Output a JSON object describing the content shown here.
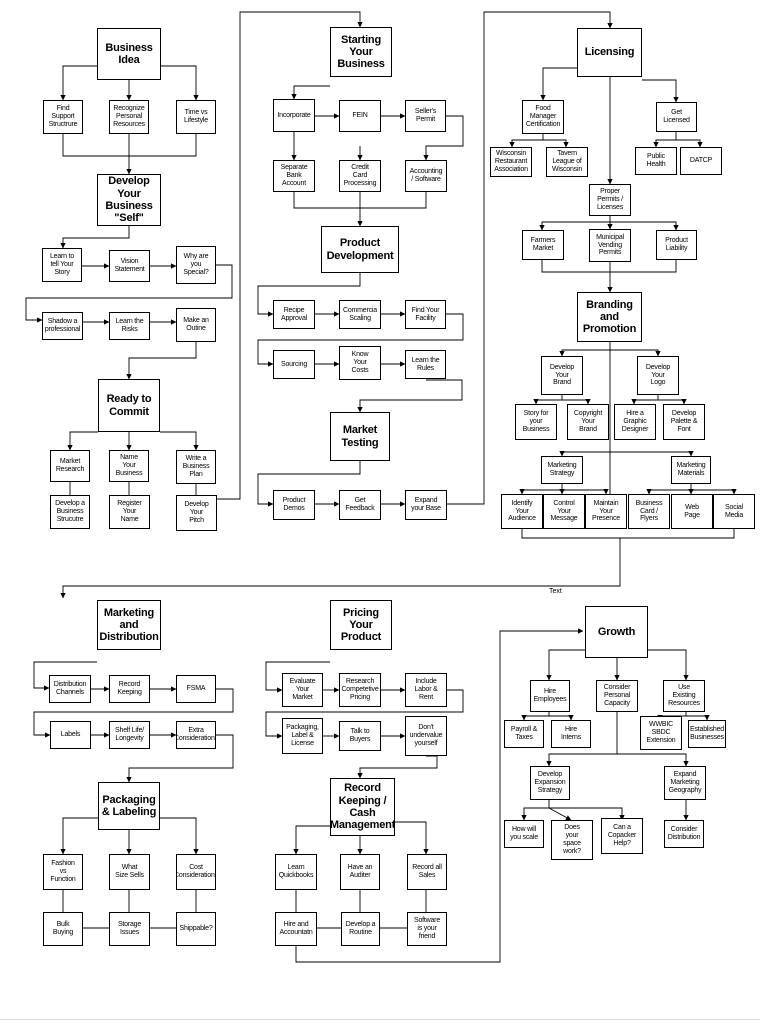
{
  "nodes": [
    {
      "id": "business-idea",
      "label": "Business\nIdea",
      "style": "title"
    },
    {
      "id": "find-support",
      "label": "Find\nSupport\nStructrure",
      "style": "node"
    },
    {
      "id": "recognize-resources",
      "label": "Recognize\nPersonal\nResources",
      "style": "node"
    },
    {
      "id": "time-vs-lifestyle",
      "label": "Time vs\nLifestyle",
      "style": "node"
    },
    {
      "id": "develop-self",
      "label": "Develop\nYour\nBusiness\n\"Self\"",
      "style": "title"
    },
    {
      "id": "learn-tell-story",
      "label": "Learn to\ntell Your\nStory",
      "style": "node"
    },
    {
      "id": "vision-statement",
      "label": "Vision\nStatement",
      "style": "node"
    },
    {
      "id": "why-special",
      "label": "Why are\nyou\nSpecial?",
      "style": "node"
    },
    {
      "id": "shadow-professional",
      "label": "Shadow a\nprofessional",
      "style": "node"
    },
    {
      "id": "learn-risks",
      "label": "Learn the\nRisks",
      "style": "node"
    },
    {
      "id": "make-outline",
      "label": "Make an\nOutine",
      "style": "node"
    },
    {
      "id": "ready-to-commit",
      "label": "Ready to\nCommit",
      "style": "title"
    },
    {
      "id": "market-research",
      "label": "Market\nResearch",
      "style": "node"
    },
    {
      "id": "name-business",
      "label": "Name\nYour\nBusiness",
      "style": "node"
    },
    {
      "id": "write-plan",
      "label": "Write a\nBusiness\nPlan",
      "style": "node"
    },
    {
      "id": "develop-structure",
      "label": "Develop a\nBusiness\nStrucutre",
      "style": "node"
    },
    {
      "id": "register-name",
      "label": "Register\nYour\nName",
      "style": "node"
    },
    {
      "id": "develop-pitch",
      "label": "Develop\nYour\nPitch",
      "style": "node"
    },
    {
      "id": "starting-business",
      "label": "Starting\nYour\nBusiness",
      "style": "title"
    },
    {
      "id": "incorporate",
      "label": "Incorporate",
      "style": "node"
    },
    {
      "id": "fein",
      "label": "FEIN",
      "style": "node"
    },
    {
      "id": "sellers-permit",
      "label": "Seller's\nPermit",
      "style": "node"
    },
    {
      "id": "separate-bank",
      "label": "Separate\nBank\nAccount",
      "style": "node"
    },
    {
      "id": "credit-card",
      "label": "Credit\nCard\nProcessing",
      "style": "node"
    },
    {
      "id": "accounting-software",
      "label": "Accounting\n/ Software",
      "style": "node"
    },
    {
      "id": "product-development",
      "label": "Product\nDevelopment",
      "style": "title"
    },
    {
      "id": "recipe-approval",
      "label": "Recipe\nApproval",
      "style": "node"
    },
    {
      "id": "commercial-scaling",
      "label": "Commercia\nScaling",
      "style": "node"
    },
    {
      "id": "find-facility",
      "label": "Find Your\nFacility",
      "style": "node"
    },
    {
      "id": "sourcing",
      "label": "Sourcing",
      "style": "node"
    },
    {
      "id": "know-costs",
      "label": "Know\nYour\nCosts",
      "style": "node"
    },
    {
      "id": "learn-rules",
      "label": "Learn the\nRules",
      "style": "node"
    },
    {
      "id": "market-testing",
      "label": "Market\nTesting",
      "style": "title"
    },
    {
      "id": "product-demos",
      "label": "Product\nDemos",
      "style": "node"
    },
    {
      "id": "get-feedback",
      "label": "Get\nFeedback",
      "style": "node"
    },
    {
      "id": "expand-base",
      "label": "Expand\nyour Base",
      "style": "node"
    },
    {
      "id": "licensing",
      "label": "Licensing",
      "style": "title"
    },
    {
      "id": "food-manager",
      "label": "Food\nManager\nCertification",
      "style": "node"
    },
    {
      "id": "get-licensed",
      "label": "Get\nLicensed",
      "style": "node"
    },
    {
      "id": "wisconsin-restaurant",
      "label": "Wisconsin\nRestaurant\nAssociation",
      "style": "node"
    },
    {
      "id": "tavern-league",
      "label": "Tavern\nLeague of\nWisconsin",
      "style": "node"
    },
    {
      "id": "public-health",
      "label": "Public\nHealth",
      "style": "node"
    },
    {
      "id": "datcp",
      "label": "DATCP",
      "style": "node"
    },
    {
      "id": "proper-permits",
      "label": "Proper\nPermits /\nLicenses",
      "style": "node"
    },
    {
      "id": "farmers-market",
      "label": "Farmers\nMarket",
      "style": "node"
    },
    {
      "id": "municipal-vending",
      "label": "Municipal\nVending\nPermits",
      "style": "node"
    },
    {
      "id": "product-liability",
      "label": "Product\nLiability",
      "style": "node"
    },
    {
      "id": "branding-promotion",
      "label": "Branding\nand\nPromotion",
      "style": "title"
    },
    {
      "id": "develop-brand",
      "label": "Develop\nYour\nBrand",
      "style": "node"
    },
    {
      "id": "develop-logo",
      "label": "Develop\nYour\nLogo",
      "style": "node"
    },
    {
      "id": "story-business",
      "label": "Story for\nyour\nBusiness",
      "style": "node"
    },
    {
      "id": "copyright-brand",
      "label": "Copyright\nYour\nBrand",
      "style": "node"
    },
    {
      "id": "hire-designer",
      "label": "Hire a\nGraphic\nDesigner",
      "style": "node"
    },
    {
      "id": "develop-palette",
      "label": "Develop\nPalette &\nFont",
      "style": "node"
    },
    {
      "id": "marketing-strategy",
      "label": "Marketing\nStrategy",
      "style": "node"
    },
    {
      "id": "marketing-materials",
      "label": "Marketing\nMaterials",
      "style": "node"
    },
    {
      "id": "identify-audience",
      "label": "Identify\nYour\nAudience",
      "style": "node"
    },
    {
      "id": "control-message",
      "label": "Control\nYour\nMessage",
      "style": "node"
    },
    {
      "id": "maintain-presence",
      "label": "Maintain\nYour\nPresence",
      "style": "node"
    },
    {
      "id": "business-card",
      "label": "Business\nCard /\nFlyers",
      "style": "node"
    },
    {
      "id": "web-page",
      "label": "Web\nPage",
      "style": "node"
    },
    {
      "id": "social-media",
      "label": "Social\nMedia",
      "style": "node"
    },
    {
      "id": "marketing-distribution",
      "label": "Marketing\nand\nDistribution",
      "style": "title"
    },
    {
      "id": "distribution-channels",
      "label": "Distribution\nChannels",
      "style": "node"
    },
    {
      "id": "record-keeping-sm",
      "label": "Record\nKeeping",
      "style": "node"
    },
    {
      "id": "fsma",
      "label": "FSMA",
      "style": "node"
    },
    {
      "id": "labels",
      "label": "Labels",
      "style": "node"
    },
    {
      "id": "shelf-life",
      "label": "Shelf Life/\nLongevity",
      "style": "node"
    },
    {
      "id": "extra-considerations",
      "label": "Extra\nConsiderations",
      "style": "node"
    },
    {
      "id": "packaging-labeling",
      "label": "Packaging\n& Labeling",
      "style": "title"
    },
    {
      "id": "fashion-function",
      "label": "Fashion\nvs\nFunction",
      "style": "node"
    },
    {
      "id": "what-size",
      "label": "What\nSize Sells",
      "style": "node"
    },
    {
      "id": "cost-considerations",
      "label": "Cost\nConsiderations",
      "style": "node"
    },
    {
      "id": "bulk-buying",
      "label": "Bulk\nBuying",
      "style": "node"
    },
    {
      "id": "storage-issues",
      "label": "Storage\nIssues",
      "style": "node"
    },
    {
      "id": "shippable",
      "label": "Shippable?",
      "style": "node"
    },
    {
      "id": "pricing-product",
      "label": "Pricing\nYour\nProduct",
      "style": "title"
    },
    {
      "id": "evaluate-market",
      "label": "Evaluate\nYour\nMarket",
      "style": "node"
    },
    {
      "id": "research-pricing",
      "label": "Research\nCompetetive\nPricing",
      "style": "node"
    },
    {
      "id": "include-labor",
      "label": "Include\nLabor &\nRent",
      "style": "node"
    },
    {
      "id": "packaging-license",
      "label": "Packaging,\nLabel &\nLicense",
      "style": "node"
    },
    {
      "id": "talk-buyers",
      "label": "Talk to\nBuyers",
      "style": "node"
    },
    {
      "id": "dont-undervalue",
      "label": "Don't\nundervalue\nyourself",
      "style": "node"
    },
    {
      "id": "record-keeping",
      "label": "Record\nKeeping /\nCash\nManagement",
      "style": "title"
    },
    {
      "id": "learn-quickbooks",
      "label": "Learn\nQuickbooks",
      "style": "node"
    },
    {
      "id": "have-auditer",
      "label": "Have an\nAuditer",
      "style": "node"
    },
    {
      "id": "record-sales",
      "label": "Record all\nSales",
      "style": "node"
    },
    {
      "id": "hire-accountant",
      "label": "Hire and\nAccountatn",
      "style": "node"
    },
    {
      "id": "develop-routine",
      "label": "Develop a\nRoutine",
      "style": "node"
    },
    {
      "id": "software-friend",
      "label": "Software\nis your\nfriend",
      "style": "node"
    },
    {
      "id": "growth",
      "label": "Growth",
      "style": "title"
    },
    {
      "id": "hire-employees",
      "label": "Hire\nEmployees",
      "style": "node"
    },
    {
      "id": "personal-capacity",
      "label": "Consider\nPersonal\nCapacity",
      "style": "node"
    },
    {
      "id": "use-resources",
      "label": "Use\nExisting\nResources",
      "style": "node"
    },
    {
      "id": "payroll-taxes",
      "label": "Payroll &\nTaxes",
      "style": "node"
    },
    {
      "id": "hire-interns",
      "label": "Hire\nInterns",
      "style": "node"
    },
    {
      "id": "wwbic",
      "label": "WWBIC\nSBDC\nExtension",
      "style": "node"
    },
    {
      "id": "established-businesses",
      "label": "Established\nBusinesses",
      "style": "node"
    },
    {
      "id": "expansion-strategy",
      "label": "Develop\nExpansion\nStrategy",
      "style": "node"
    },
    {
      "id": "expand-geography",
      "label": "Expand\nMarketing\nGeography",
      "style": "node"
    },
    {
      "id": "how-scale",
      "label": "How will\nyou scale",
      "style": "node"
    },
    {
      "id": "space-work",
      "label": "Does\nyour\nspace\nwork?",
      "style": "node"
    },
    {
      "id": "copacker",
      "label": "Can a\nCopacker\nHelp?",
      "style": "node"
    },
    {
      "id": "consider-distribution",
      "label": "Consider\nDistribution",
      "style": "node"
    }
  ],
  "free_text": {
    "text_label": "Text"
  }
}
